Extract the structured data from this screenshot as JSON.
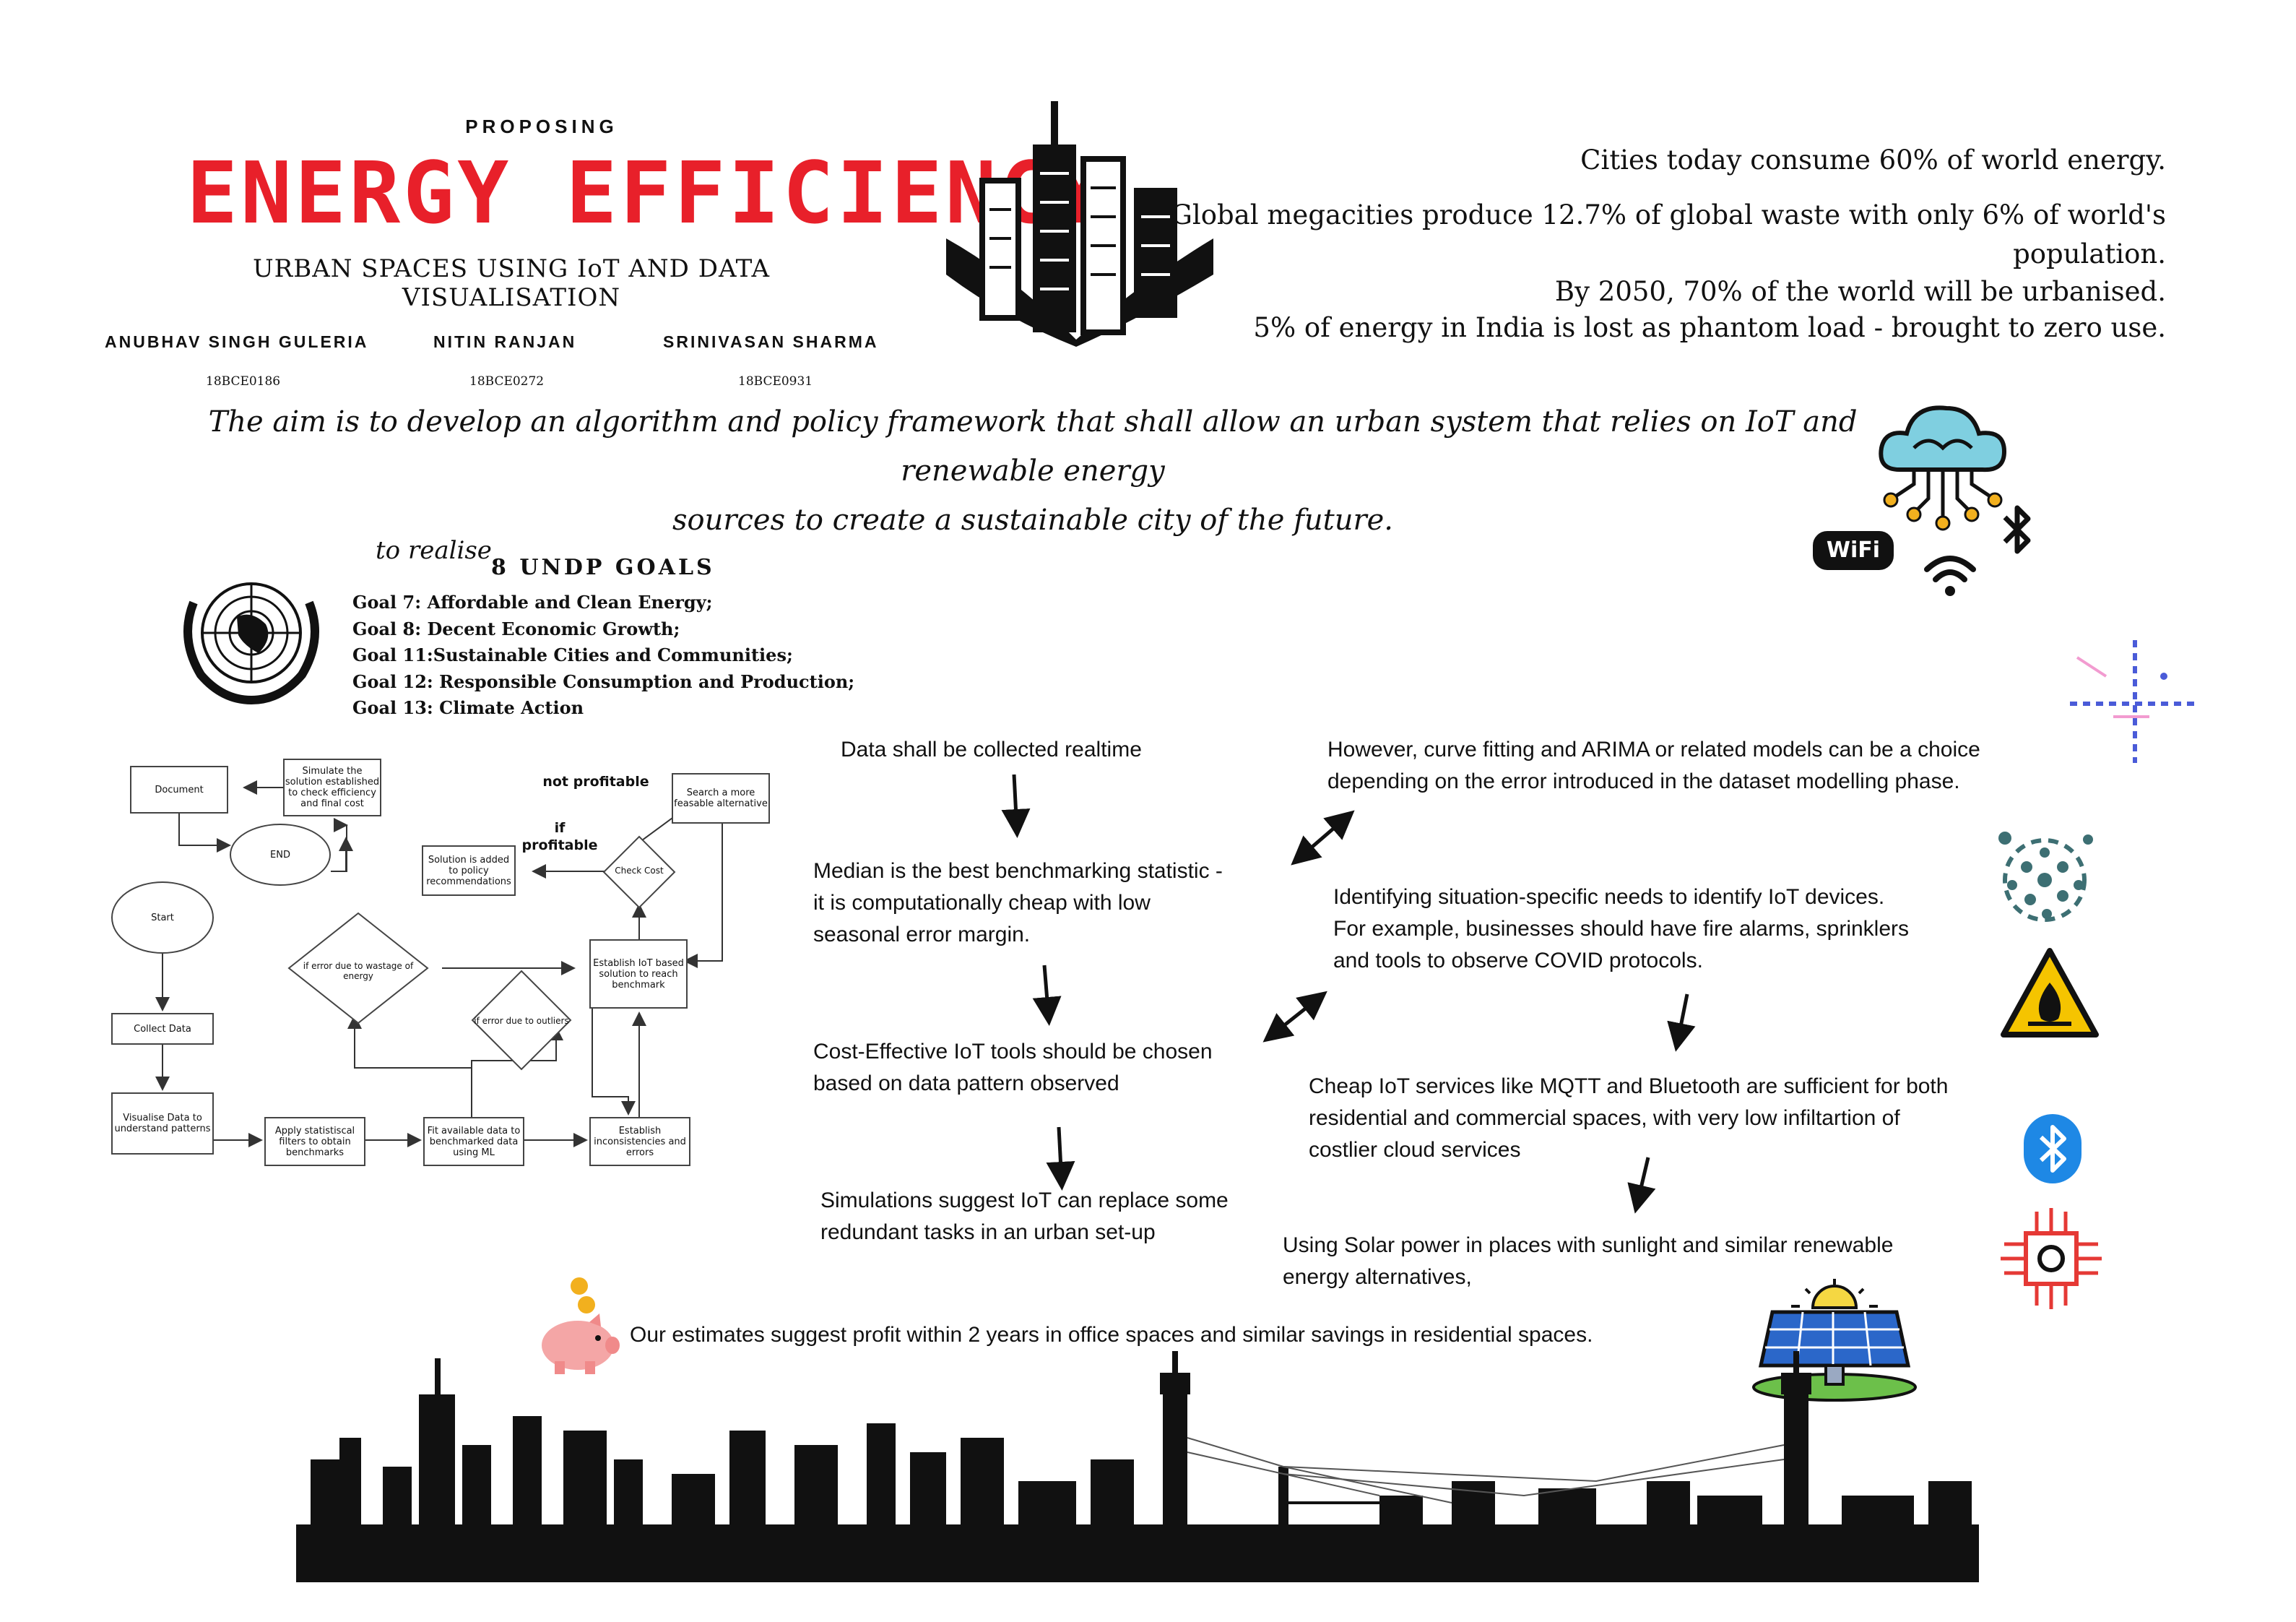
{
  "header": {
    "kicker": "PROPOSING",
    "title": "ENERGY EFFICIENCY",
    "subtitle": "URBAN SPACES USING IoT AND DATA VISUALISATION",
    "authors": [
      {
        "name": "ANUBHAV SINGH GULERIA",
        "roll": "18BCE0186"
      },
      {
        "name": "NITIN RANJAN",
        "roll": "18BCE0272"
      },
      {
        "name": "SRINIVASAN SHARMA",
        "roll": "18BCE0931"
      }
    ]
  },
  "facts": [
    "Cities today consume 60% of world energy.",
    "Global megacities produce 12.7% of global waste with only 6% of world's",
    "population.",
    "By 2050, 70% of the world will be urbanised.",
    "5% of energy in India is lost as phantom load - brought to zero use."
  ],
  "aim": {
    "line1": "The aim is to develop an algorithm and policy framework that shall allow an urban system that relies on IoT and renewable energy",
    "line2": "sources to create a sustainable city of the future."
  },
  "undp": {
    "lead": "to realise",
    "heading": "8 UNDP GOALS",
    "goals": [
      "Goal 7: Affordable and Clean Energy;",
      "Goal 8: Decent Economic Growth;",
      "Goal 11:Sustainable Cities and Communities;",
      "Goal 12: Responsible Consumption and Production;",
      "Goal 13: Climate Action"
    ]
  },
  "flowchart": {
    "document": "Document",
    "simulate": "Simulate the solution established to check efficiency and final cost",
    "end": "END",
    "start": "Start",
    "solution_added": "Solution is added to policy recommendations",
    "check_cost": "Check Cost",
    "search_alt": "Search a more feasable alternative",
    "not_profitable": "not profitable",
    "if_profitable": "if profitable",
    "establish_iot": "Establish IoT based solution to reach benchmark",
    "error_wastage": "if error due to wastage of energy",
    "error_outliers": "if error due to outliers",
    "collect": "Collect Data",
    "visualise": "Visualise Data to understand patterns",
    "apply_filters": "Apply statistiscal filters to obtain benchmarks",
    "fit_data": "Fit available data to benchmarked data using ML",
    "establish_inconsistencies": "Establish inconsistencies and errors"
  },
  "notes": {
    "collected": "Data shall be collected realtime",
    "median": [
      "Median is the best benchmarking statistic -",
      "it is computationally cheap with low",
      "seasonal error margin."
    ],
    "cost_effective": [
      "Cost-Effective IoT tools should be chosen",
      "based on data pattern observed"
    ],
    "simulations": [
      "Simulations suggest IoT can replace some",
      "redundant tasks in an urban set-up"
    ],
    "curve": [
      "However, curve fitting and ARIMA or related models can be a choice",
      "depending on the error introduced in the dataset modelling phase."
    ],
    "identify": [
      "Identifying situation-specific needs to identify IoT devices.",
      "For example, businesses should have fire alarms, sprinklers",
      "and tools to observe COVID protocols."
    ],
    "cheap": [
      "Cheap IoT services like MQTT and Bluetooth are sufficient for both",
      "residential and commercial spaces, with very low infiltartion of",
      "costlier cloud services"
    ],
    "solar": [
      "Using Solar power in places with sunlight and similar renewable",
      "energy alternatives,"
    ],
    "profit": "Our estimates suggest profit within 2 years in office spaces and similar savings in residential spaces."
  },
  "icons": {
    "wifi_badge": "WiFi",
    "colors": {
      "title_red": "#e8202a",
      "cloud_blue": "#7fcfe0",
      "bluetooth_blue": "#1e88e5",
      "warning_yellow": "#f5c400",
      "circuit_red": "#e53935",
      "virus_teal": "#3d6f73",
      "solar_blue": "#2b67c9",
      "piggy_pink": "#f4a6a6",
      "coin_gold": "#f2b01e"
    }
  }
}
